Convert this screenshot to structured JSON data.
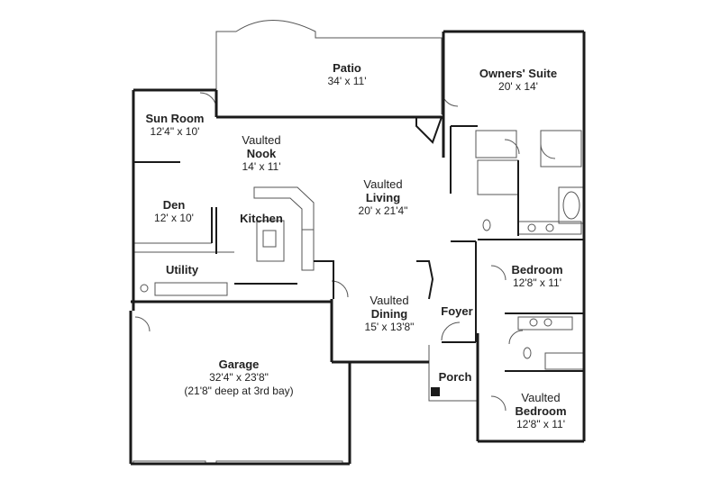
{
  "rooms": {
    "patio": {
      "name": "Patio",
      "dims": "34' x 11'"
    },
    "owners_suite": {
      "name": "Owners' Suite",
      "dims": "20' x 14'"
    },
    "sun_room": {
      "name": "Sun Room",
      "dims": "12'4\" x 10'"
    },
    "nook": {
      "prefix": "Vaulted",
      "name": "Nook",
      "dims": "14' x 11'"
    },
    "living": {
      "prefix": "Vaulted",
      "name": "Living",
      "dims": "20' x 21'4\""
    },
    "den": {
      "name": "Den",
      "dims": "12' x 10'"
    },
    "kitchen": {
      "name": "Kitchen"
    },
    "utility": {
      "name": "Utility"
    },
    "bedroom": {
      "name": "Bedroom",
      "dims": "12'8\" x 11'"
    },
    "dining": {
      "prefix": "Vaulted",
      "name": "Dining",
      "dims": "15' x 13'8\""
    },
    "foyer": {
      "name": "Foyer"
    },
    "garage": {
      "name": "Garage",
      "dims": "32'4\" x 23'8\"",
      "note": "(21'8\" deep at 3rd bay)"
    },
    "porch": {
      "name": "Porch"
    },
    "bedroom2": {
      "prefix": "Vaulted",
      "name": "Bedroom",
      "dims": "12'8\" x 11'"
    }
  },
  "colors": {
    "wall": "#1a1a1a",
    "line": "#555555",
    "background": "#ffffff"
  }
}
